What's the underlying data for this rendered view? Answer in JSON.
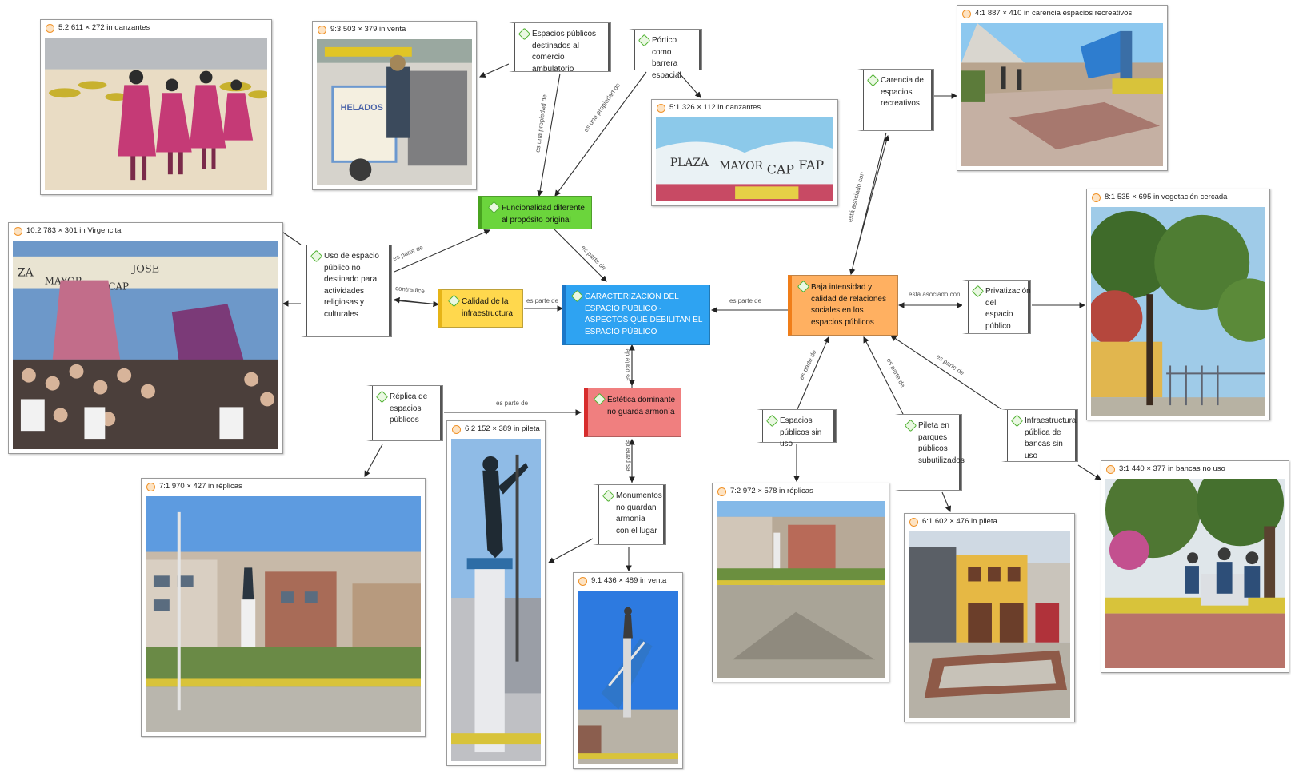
{
  "nodes": {
    "central": "CARACTERIZACIÓN DEL ESPACIO PÚBLICO - ASPECTOS QUE DEBILITAN EL ESPACIO PÚBLICO",
    "funcionalidad": "Funcionalidad diferente al propósito original",
    "calidad": "Calidad de la infraestructura",
    "estetica": "Estética dominante no guarda armonía",
    "baja": "Baja intensidad y calidad de relaciones sociales en los espacios públicos",
    "uso_espacio": "Uso de espacio público no destinado para actividades religiosas y culturales",
    "espacios_comercio": "Espacios públicos destinados al comercio ambulatorio",
    "portico": "Pórtico como barrera espacial",
    "carencia": "Carencia de espacios recreativos",
    "privatizacion": "Privatización del espacio público",
    "replica": "Réplica de espacios públicos",
    "monumentos": "Monumentos no guardan armonía con el lugar",
    "sin_uso": "Espacios públicos sin uso",
    "pileta": "Pileta en parques públicos subutilizados",
    "bancas": "Infraestructura pública de bancas sin uso"
  },
  "cards": {
    "c52": "5:2 611 × 272 in danzantes",
    "c93": "9:3 503 × 379 in venta",
    "c51": "5:1 326 × 112 in danzantes",
    "c41": "4:1 887 × 410 in carencia espacios recreativos",
    "c81": "8:1 535 × 695 in vegetación cercada",
    "c102": "10:2 783 × 301 in Virgencita",
    "c62": "6:2 152 × 389 in pileta",
    "c71": "7:1 970 × 427 in réplicas",
    "c91": "9:1 436 × 489 in venta",
    "c72": "7:2 972 × 578 in réplicas",
    "c61": "6:1 602 × 476 in pileta",
    "c31": "3:1 440 × 377 in bancas no uso"
  },
  "photo_text": {
    "plaza_sign": [
      "PLAZA",
      "MAYOR",
      "CAP",
      "FAP"
    ],
    "virgencita_sign": [
      "ZA",
      "MAYOR",
      "JOSE",
      "CAP"
    ],
    "cart_sign": "HELADOS"
  },
  "edge_labels": {
    "es_parte_de": "es parte de",
    "contradice": "contradice",
    "es_una_propiedad_de": "es una propiedad de",
    "esta_asociado_con": "está asociado con"
  },
  "colors": {
    "green": "#6bd53c",
    "yellow": "#ffd84d",
    "blue": "#2ea3f2",
    "red": "#f07f7f",
    "orange": "#ffb061"
  }
}
